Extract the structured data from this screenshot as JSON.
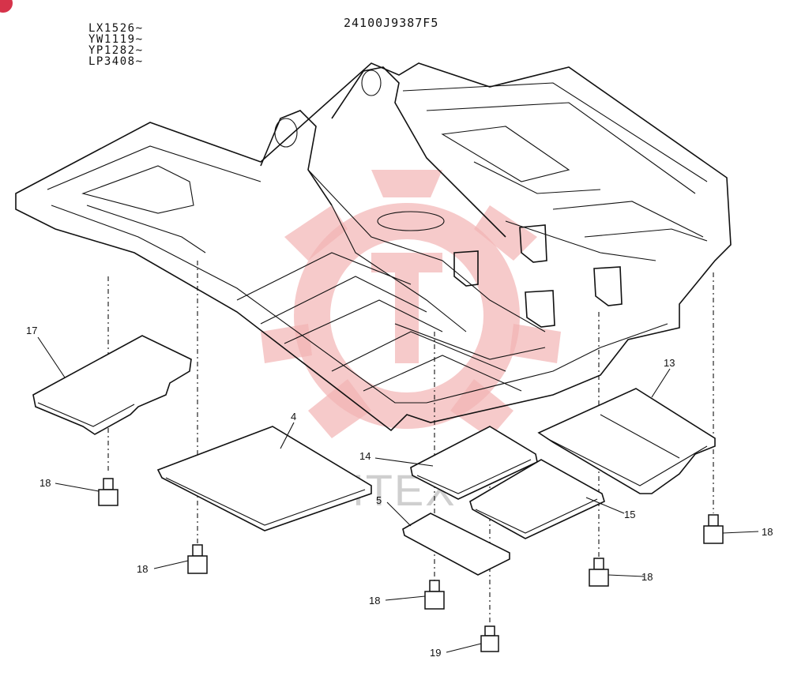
{
  "document": {
    "code": "24100J9387F5",
    "serials": [
      "LX1526~",
      "YW1119~",
      "YP1282~",
      "LP3408~"
    ]
  },
  "watermark": {
    "text": "ИНТЕХ",
    "color": "#f2b4b4"
  },
  "callouts": {
    "c17": "17",
    "c4": "4",
    "c13": "13",
    "c14": "14",
    "c5": "5",
    "c15": "15",
    "c18a": "18",
    "c18b": "18",
    "c18c": "18",
    "c18d": "18",
    "c18e": "18",
    "c19": "19"
  }
}
